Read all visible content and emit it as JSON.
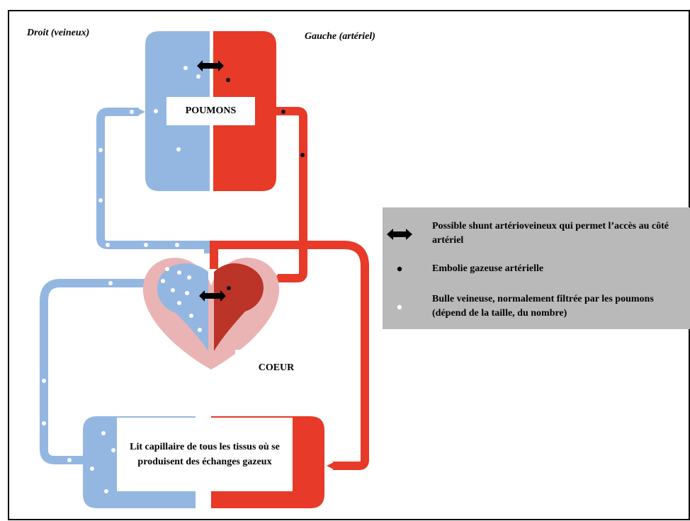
{
  "labels": {
    "right_side": "Droit (veineux)",
    "left_side": "Gauche (artériel)",
    "lungs": "POUMONS",
    "heart": "COEUR",
    "capillary_bed": "Lit capillaire de tous les tissus où se produisent des échanges gazeux"
  },
  "legend": {
    "items": [
      {
        "symbol": "double-arrow-icon",
        "text": "Possible shunt artérioveineux qui permet l’accès au côté artériel"
      },
      {
        "symbol": "black-dot-icon",
        "text": "Embolie gazeuse artérielle"
      },
      {
        "symbol": "white-dot-icon",
        "text": "Bulle veineuse, normalement filtrée par les poumons (dépend de la taille, du nombre)"
      }
    ]
  },
  "colors": {
    "venous": "#94b7e2",
    "arterial": "#e73a28",
    "heart_outline": "#eab4b4",
    "left_heart_chamber": "#bc3328",
    "legend_background": "#b9b9b9"
  }
}
